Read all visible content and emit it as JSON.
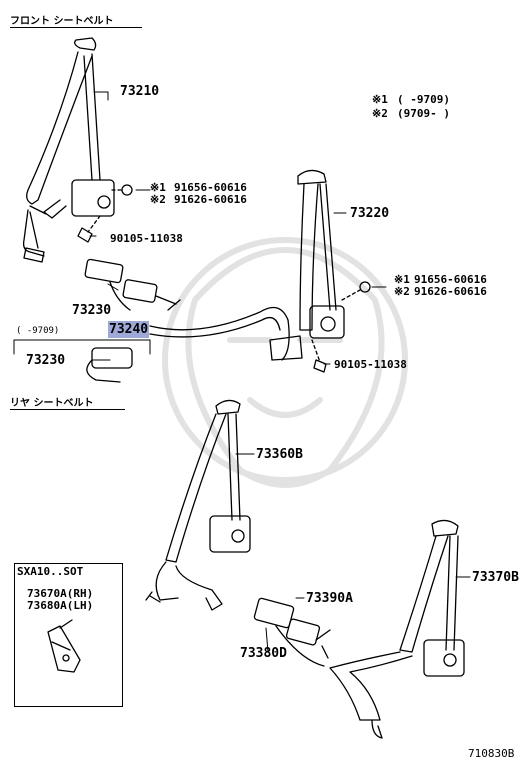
{
  "sections": {
    "front": "フロント シートベルト",
    "rear": "リヤ シートベルト"
  },
  "legend": {
    "n1_mark": "※1",
    "n1_range": "(       -9709)",
    "n2_mark": "※2",
    "n2_range": "(9709-       )"
  },
  "parts": {
    "p73210": "73210",
    "p73220": "73220",
    "p73230a": "73230",
    "p73240": "73240",
    "p73230b": "73230",
    "p73360b": "73360B",
    "p73370b": "73370B",
    "p73390a": "73390A",
    "p73380d": "73380D",
    "bolt1": "90105-11038",
    "bolt2": "90105-11038",
    "nut1_m1": "※1",
    "nut1_a": "91656-60616",
    "nut1_m2": "※2",
    "nut1_b": "91626-60616",
    "nut2_m1": "※1",
    "nut2_a": "91656-60616",
    "nut2_m2": "※2",
    "nut2_b": "91626-60616",
    "range_bracket": "(   -9709)"
  },
  "inset": {
    "title": "SXA10..SOT",
    "line1": "73670A(RH)",
    "line2": "73680A(LH)"
  },
  "diagram_code": "710830B",
  "colors": {
    "highlight": "#9fa9d8",
    "watermark": "#e2e2e2"
  }
}
